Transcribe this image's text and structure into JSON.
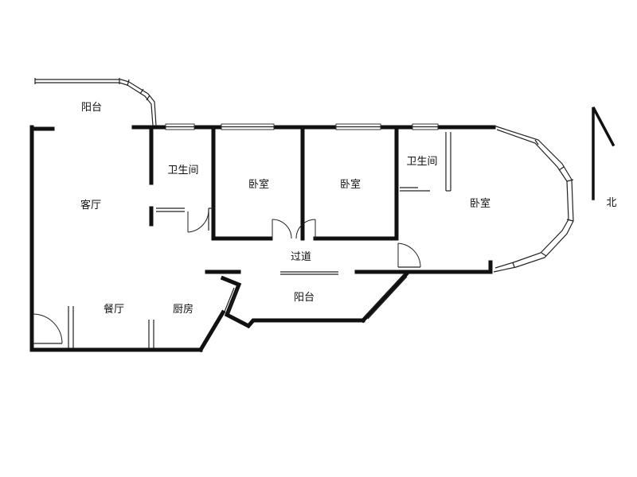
{
  "rooms": {
    "balcony_top": "阳台",
    "living_room": "客厅",
    "bathroom_left": "卫生间",
    "bedroom_1": "卧室",
    "bedroom_2": "卧室",
    "bathroom_right": "卫生间",
    "bedroom_master": "卧室",
    "hallway": "过道",
    "dining_room": "餐厅",
    "kitchen": "厨房",
    "balcony_bottom": "阳台"
  },
  "compass": {
    "north_label": "北"
  }
}
